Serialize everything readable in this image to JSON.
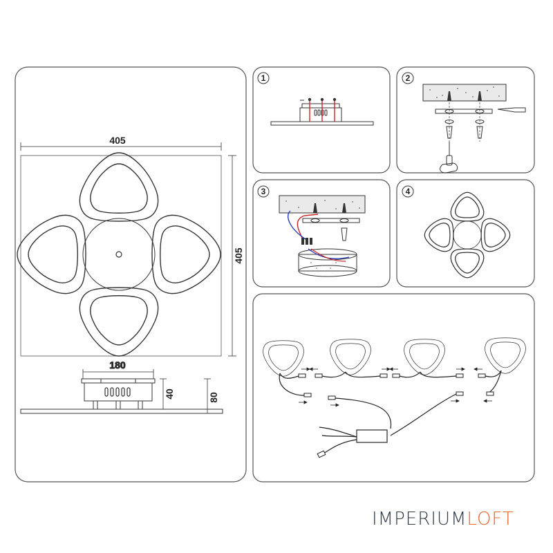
{
  "dimensions": {
    "width": "405",
    "height": "405",
    "base_width": "180",
    "base_height": "40",
    "total_height": "80"
  },
  "steps": [
    "1",
    "2",
    "3",
    "4"
  ],
  "logo": {
    "part1": "IMPERIUM",
    "part2": "LOFT"
  },
  "colors": {
    "line": "#333333",
    "panel_border": "#555555",
    "logo_dark": "#2f3a46",
    "logo_accent": "#e8642c"
  }
}
